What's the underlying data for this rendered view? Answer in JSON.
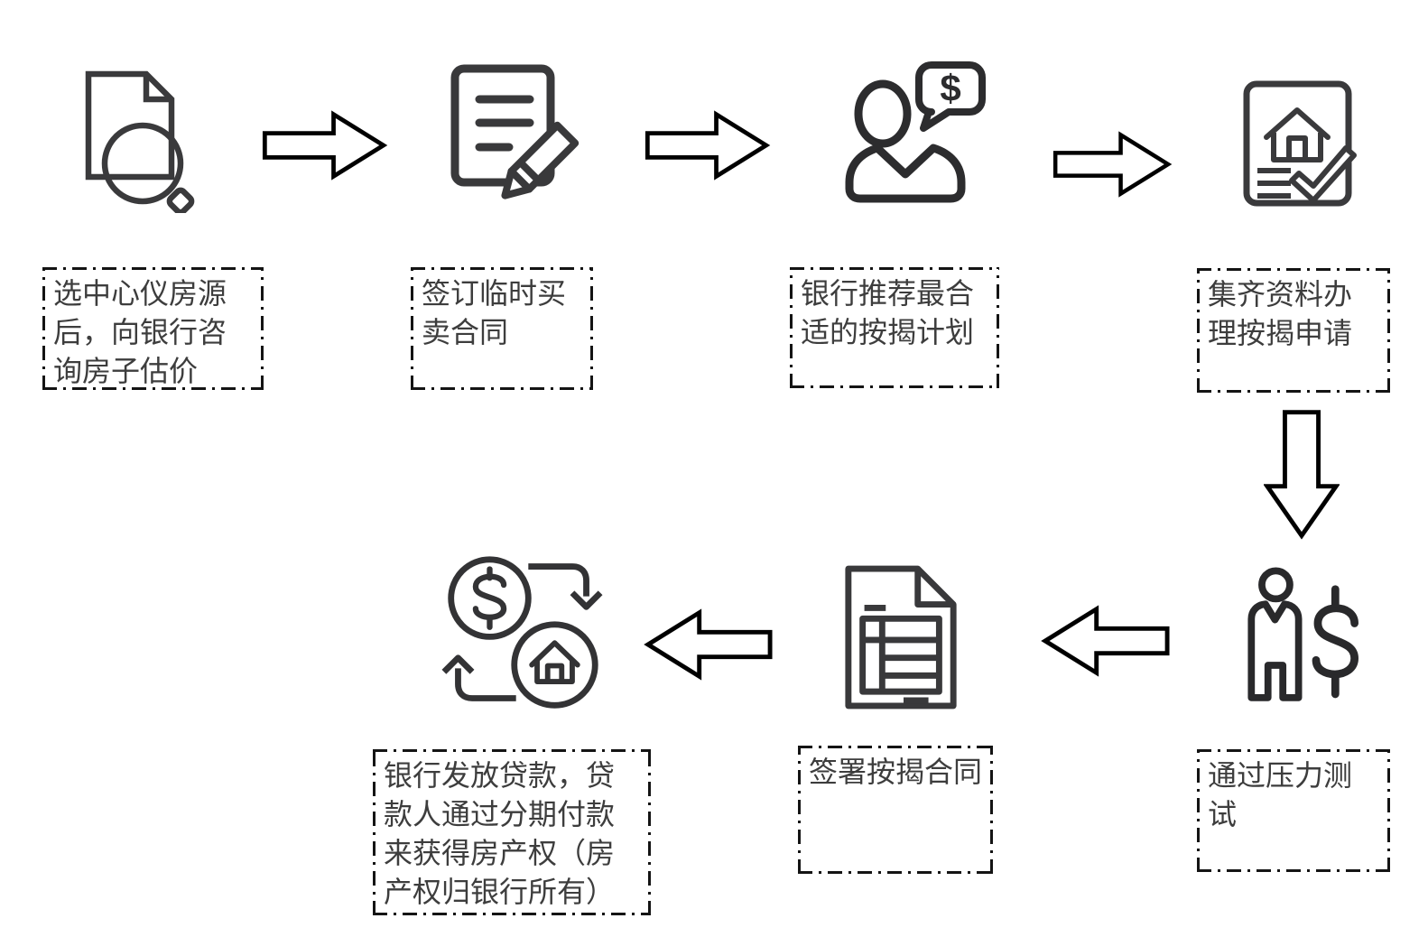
{
  "diagram": {
    "type": "flowchart",
    "language": "zh-CN",
    "topic": "mortgage-process",
    "steps": [
      {
        "id": 1,
        "icon": "document-search-icon",
        "label": "选中心仪房源后，向银行咨询房子估价"
      },
      {
        "id": 2,
        "icon": "contract-pencil-icon",
        "label": "签订临时买卖合同"
      },
      {
        "id": 3,
        "icon": "banker-dollar-chat-icon",
        "label": "银行推荐最合适的按揭计划"
      },
      {
        "id": 4,
        "icon": "house-checklist-icon",
        "label": "集齐资料办理按揭申请"
      },
      {
        "id": 5,
        "icon": "person-dollar-icon",
        "label": "通过压力测试"
      },
      {
        "id": 6,
        "icon": "form-document-icon",
        "label": "签署按揭合同"
      },
      {
        "id": 7,
        "icon": "money-house-exchange-icon",
        "label": "银行发放贷款，贷款人通过分期付款来获得房产权（房产权归银行所有）"
      }
    ],
    "flow": {
      "arrows": [
        {
          "from": 1,
          "to": 2,
          "direction": "right"
        },
        {
          "from": 2,
          "to": 3,
          "direction": "right"
        },
        {
          "from": 3,
          "to": 4,
          "direction": "right"
        },
        {
          "from": 4,
          "to": 5,
          "direction": "down"
        },
        {
          "from": 5,
          "to": 6,
          "direction": "left"
        },
        {
          "from": 6,
          "to": 7,
          "direction": "left"
        }
      ]
    },
    "colors": {
      "background": "#ffffff",
      "icon_stroke": "#3a3a3c",
      "arrow_stroke": "#000000",
      "arrow_fill": "#ffffff",
      "border": "#141414",
      "text": "#3d3d3d"
    }
  }
}
